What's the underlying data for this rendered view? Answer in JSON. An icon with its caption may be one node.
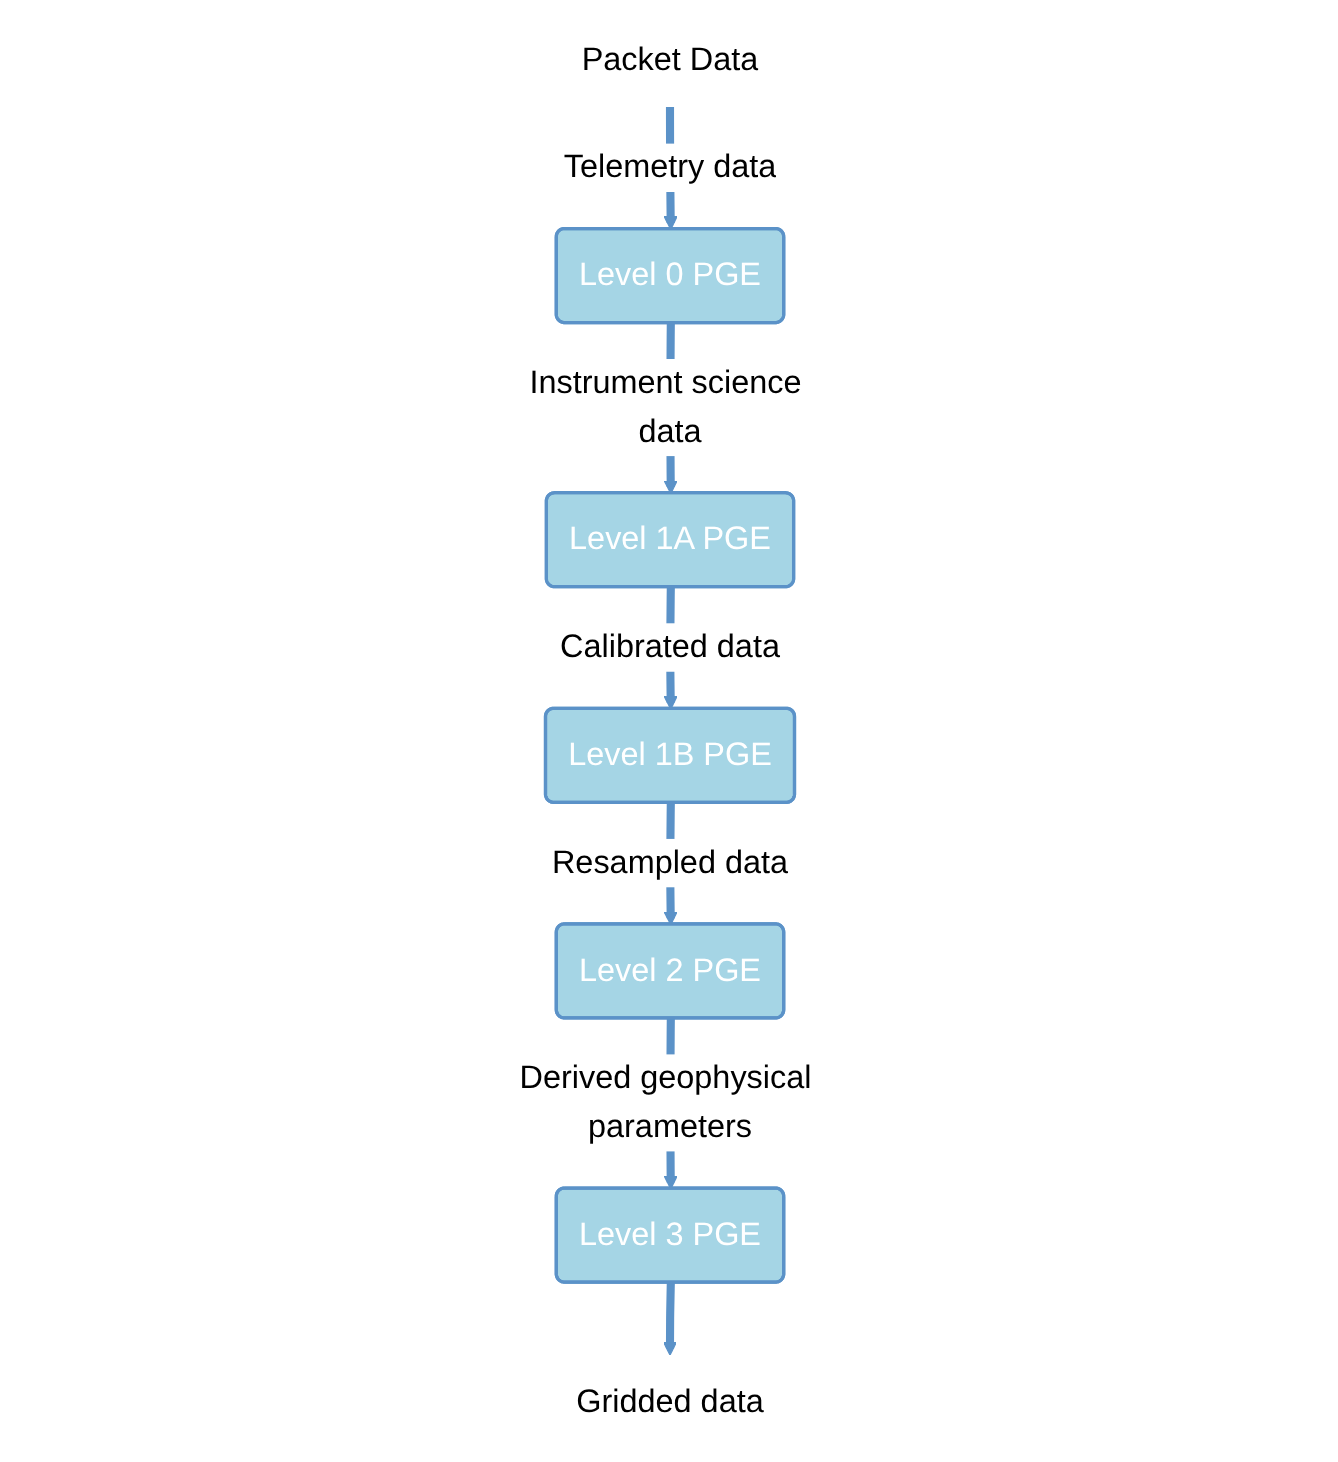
{
  "diagram": {
    "nodes": [
      {
        "text": [
          "Packet Data"
        ]
      },
      {
        "text": [
          "Level 0 PGE"
        ]
      },
      {
        "text": [
          "Level 1A PGE"
        ]
      },
      {
        "text": [
          "Level 1B PGE"
        ]
      },
      {
        "text": [
          "Level 2 PGE"
        ]
      },
      {
        "text": [
          "Level 3 PGE"
        ]
      },
      {
        "text": [
          "Gridded data"
        ]
      }
    ],
    "edges": [
      {
        "from": 0,
        "to": 1,
        "arrow": "to",
        "label": "Telemetry data"
      },
      {
        "from": 1,
        "to": 2,
        "arrow": "to",
        "label": "Instrument science data"
      },
      {
        "from": 2,
        "to": 3,
        "arrow": "to",
        "label": "Calibrated data"
      },
      {
        "from": 3,
        "to": 4,
        "arrow": "to",
        "label": "Resampled data"
      },
      {
        "from": 4,
        "to": 5,
        "arrow": "to",
        "label": "Derived geophysical parameters"
      },
      {
        "from": 5,
        "to": 6,
        "arrow": "to"
      }
    ]
  }
}
